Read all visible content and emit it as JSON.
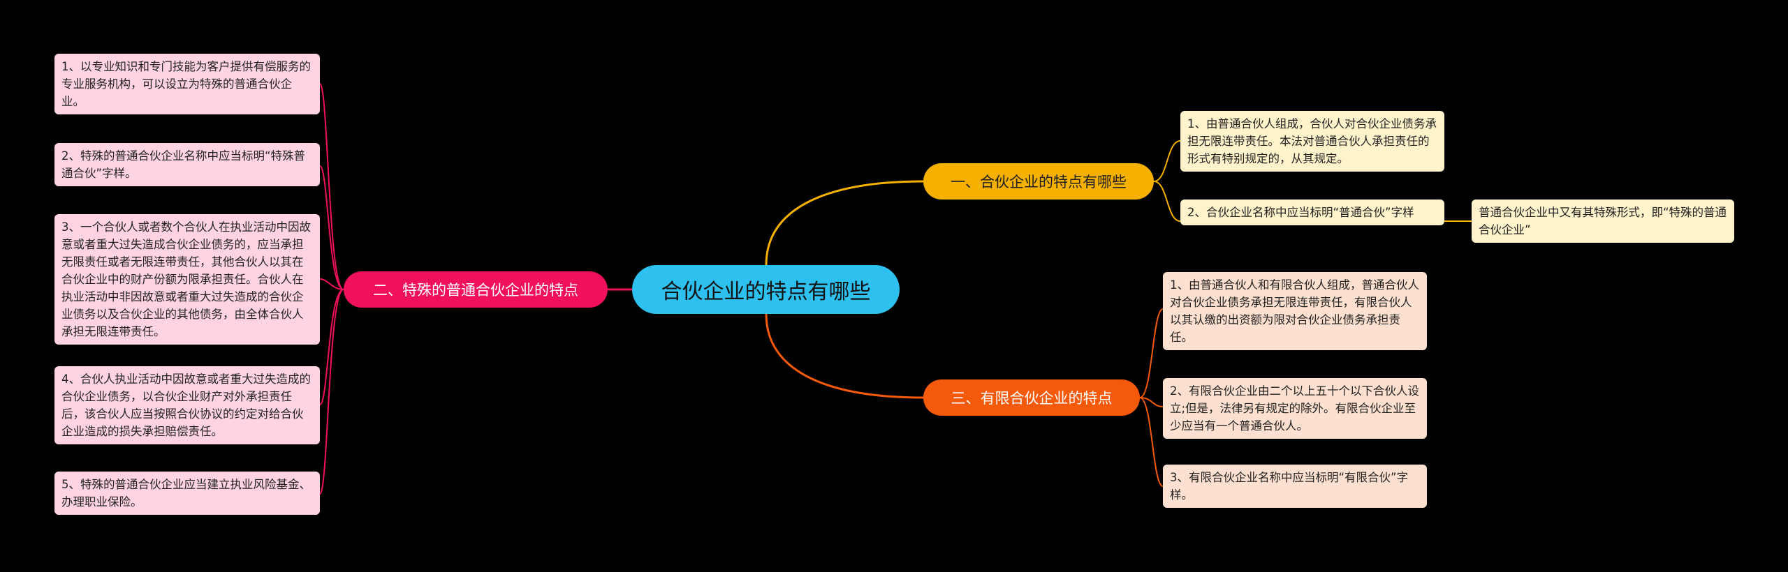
{
  "root": {
    "label": "合伙企业的特点有哪些"
  },
  "branches": [
    {
      "label": "一、合伙企业的特点有哪些",
      "color": "#f5b000",
      "leaves": [
        "1、由普通合伙人组成，合伙人对合伙企业债务承担无限连带责任。本法对普通合伙人承担责任的形式有特别规定的，从其规定。",
        "2、合伙企业名称中应当标明“普通合伙”字样"
      ],
      "sub_leaf": "普通合伙企业中又有其特殊形式，即“特殊的普通合伙企业”"
    },
    {
      "label": "二、特殊的普通合伙企业的特点",
      "color": "#f0105e",
      "leaves": [
        "1、以专业知识和专门技能为客户提供有偿服务的专业服务机构，可以设立为特殊的普通合伙企业。",
        "2、特殊的普通合伙企业名称中应当标明“特殊普通合伙”字样。",
        "3、一个合伙人或者数个合伙人在执业活动中因故意或者重大过失造成合伙企业债务的，应当承担无限责任或者无限连带责任，其他合伙人以其在合伙企业中的财产份额为限承担责任。合伙人在执业活动中非因故意或者重大过失造成的合伙企业债务以及合伙企业的其他债务，由全体合伙人承担无限连带责任。",
        "4、合伙人执业活动中因故意或者重大过失造成的合伙企业债务，以合伙企业财产对外承担责任后，该合伙人应当按照合伙协议的约定对给合伙企业造成的损失承担赔偿责任。",
        "5、特殊的普通合伙企业应当建立执业风险基金、办理职业保险。"
      ]
    },
    {
      "label": "三、有限合伙企业的特点",
      "color": "#f55a0a",
      "leaves": [
        "1、由普通合伙人和有限合伙人组成，普通合伙人对合伙企业债务承担无限连带责任，有限合伙人以其认缴的出资额为限对合伙企业债务承担责任。",
        "2、有限合伙企业由二个以上五十个以下合伙人设立;但是，法律另有规定的除外。有限合伙企业至少应当有一个普通合伙人。",
        "3、有限合伙企业名称中应当标明“有限合伙”字样。"
      ]
    }
  ]
}
